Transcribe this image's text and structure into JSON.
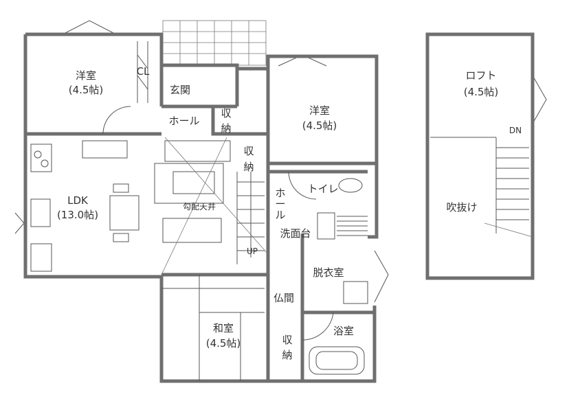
{
  "rooms": {
    "western_room_1": {
      "name": "洋室",
      "size": "(4.5帖)"
    },
    "closet": "CL",
    "entrance": "玄関",
    "hall_1": "ホール",
    "storage_1": [
      "収",
      "納"
    ],
    "western_room_2": {
      "name": "洋室",
      "size": "(4.5帖)"
    },
    "ldk": {
      "name": "LDK",
      "size": "(13.0帖)"
    },
    "storage_2": [
      "収",
      "納"
    ],
    "sloped_ceiling": "勾配天井",
    "hall_2": [
      "ホ",
      "ー",
      "ル"
    ],
    "toilet": "トイレ",
    "washstand": "洗面台",
    "stairs_up": "UP",
    "dressing_room": "脱衣室",
    "altar_room": "仏間",
    "japanese_room": {
      "name": "和室",
      "size": "(4.5帖)"
    },
    "storage_3": [
      "収",
      "納"
    ],
    "bathroom": "浴室",
    "loft": {
      "name": "ロフト",
      "size": "(4.5帖)"
    },
    "stairs_down": "DN",
    "atrium": "吹抜け"
  }
}
